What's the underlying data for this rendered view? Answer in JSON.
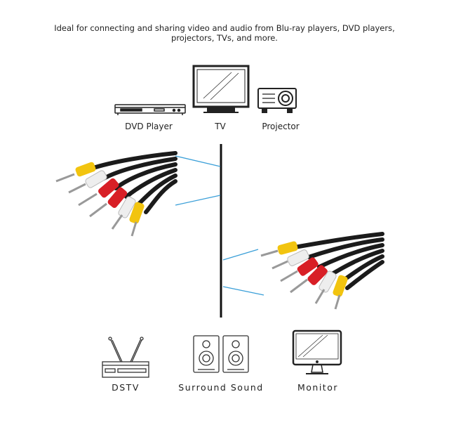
{
  "intro": {
    "line1": "Ideal for connecting and sharing video and audio from Blu-ray players, DVD players,",
    "line2": "projectors, TVs, and more."
  },
  "sources": [
    {
      "label": "DVD Player",
      "icon": "dvd-player-icon"
    },
    {
      "label": "TV",
      "icon": "tv-icon"
    },
    {
      "label": "Projector",
      "icon": "projector-icon"
    }
  ],
  "destinations": [
    {
      "label": "DSTV",
      "icon": "dstv-receiver-icon"
    },
    {
      "label": "Surround Sound",
      "icon": "speakers-icon"
    },
    {
      "label": "Monitor",
      "icon": "monitor-icon"
    }
  ],
  "colors": {
    "connector_line": "#3a9fd8",
    "yellow_plug": "#f2c40f",
    "red_plug": "#d81f26",
    "white_plug": "#eeeeee",
    "cable": "#1b1b1b"
  }
}
